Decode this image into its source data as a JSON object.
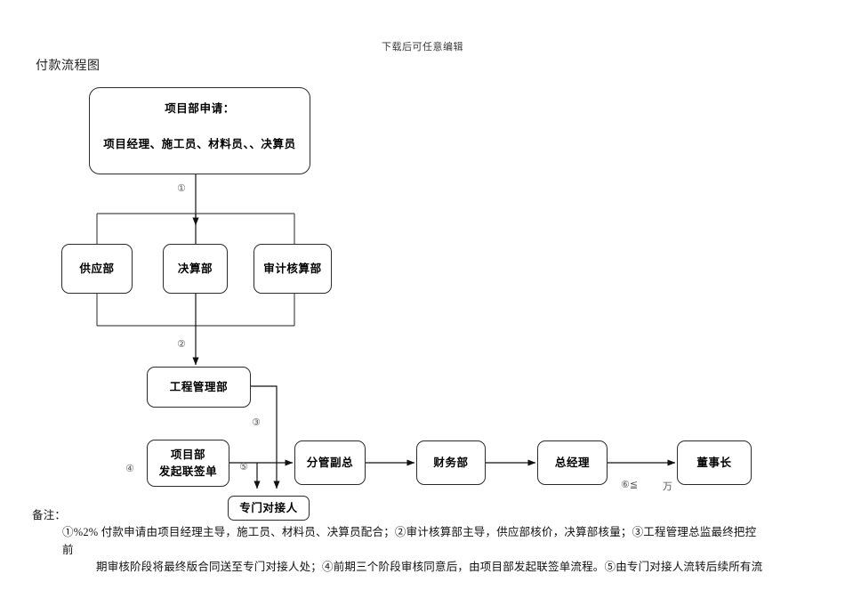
{
  "document": {
    "header_note": "下载后可任意编辑",
    "chart_title": "付款流程图"
  },
  "flowchart": {
    "nodes": {
      "apply": {
        "title": "项目部申请：",
        "members": "项目经理、施工员、材料员、、决算员"
      },
      "supply": "供应部",
      "settlement": "决算部",
      "audit": "审计核算部",
      "engineering_mgmt": "工程管理部",
      "joint_doc_line1": "项目部",
      "joint_doc_line2": "发起联签单",
      "contact_person": "专门对接人",
      "vice_gm": "分管副总",
      "finance": "财务部",
      "general_manager": "总经理",
      "chairman": "董事长"
    },
    "steps": {
      "s1": "①",
      "s2": "②",
      "s3": "③",
      "s4": "④",
      "s5": "⑤",
      "s6": "⑥≦",
      "s6_unit": "万"
    }
  },
  "remarks": {
    "label": "备注：",
    "line1": "①%2% 付款申请由项目经理主导，施工员、材料员、决算员配合；②审计核算部主导，供应部核价，决算部核量；③工程管理总监最终把控",
    "line1_wrap": "前",
    "line2": "期审核阶段将最终版合同送至专门对接人处；④前期三个阶段审核同意后，由项目部发起联签单流程。⑤由专门对接人流转后续所有流"
  }
}
